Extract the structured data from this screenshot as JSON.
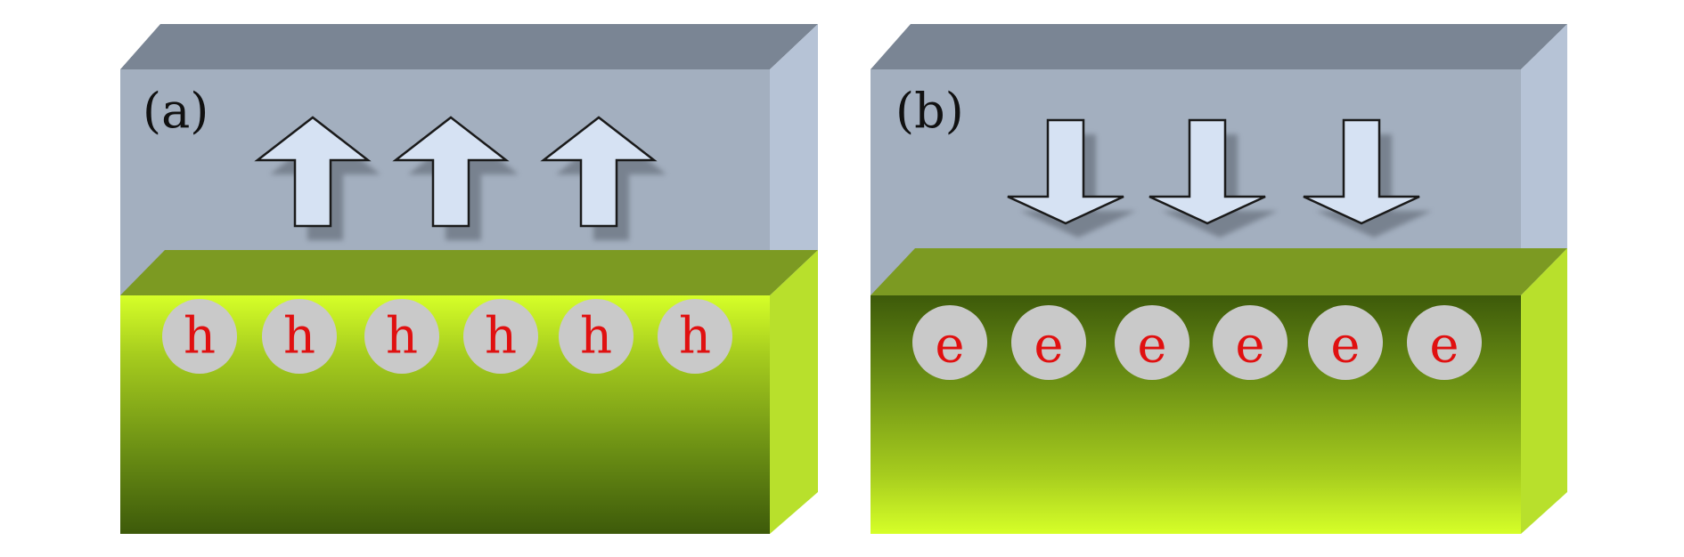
{
  "panels": [
    {
      "id": "a",
      "label": "(a)",
      "arrow_direction": "up",
      "arrow_count": 3,
      "carrier_symbol": "h",
      "carrier_count": 6,
      "substrate_gradient": "light-top-dark-bottom"
    },
    {
      "id": "b",
      "label": "(b)",
      "arrow_direction": "down",
      "arrow_count": 3,
      "carrier_symbol": "e",
      "carrier_count": 6,
      "substrate_gradient": "dark-top-light-bottom"
    }
  ],
  "colors": {
    "top_slab_front": "#a3afbf",
    "top_slab_top": "#7a8594",
    "top_slab_side": "#b6c3d6",
    "substrate_top_face": "#7c9a22",
    "substrate_side": "#b8e02c",
    "substrate_light": "#c8f51c",
    "substrate_dark": "#3d5a0a",
    "arrow_fill": "#d6e2f3",
    "arrow_stroke": "#1a1a1a",
    "carrier_circle": "#c9c9c9",
    "carrier_text": "#e01010"
  }
}
